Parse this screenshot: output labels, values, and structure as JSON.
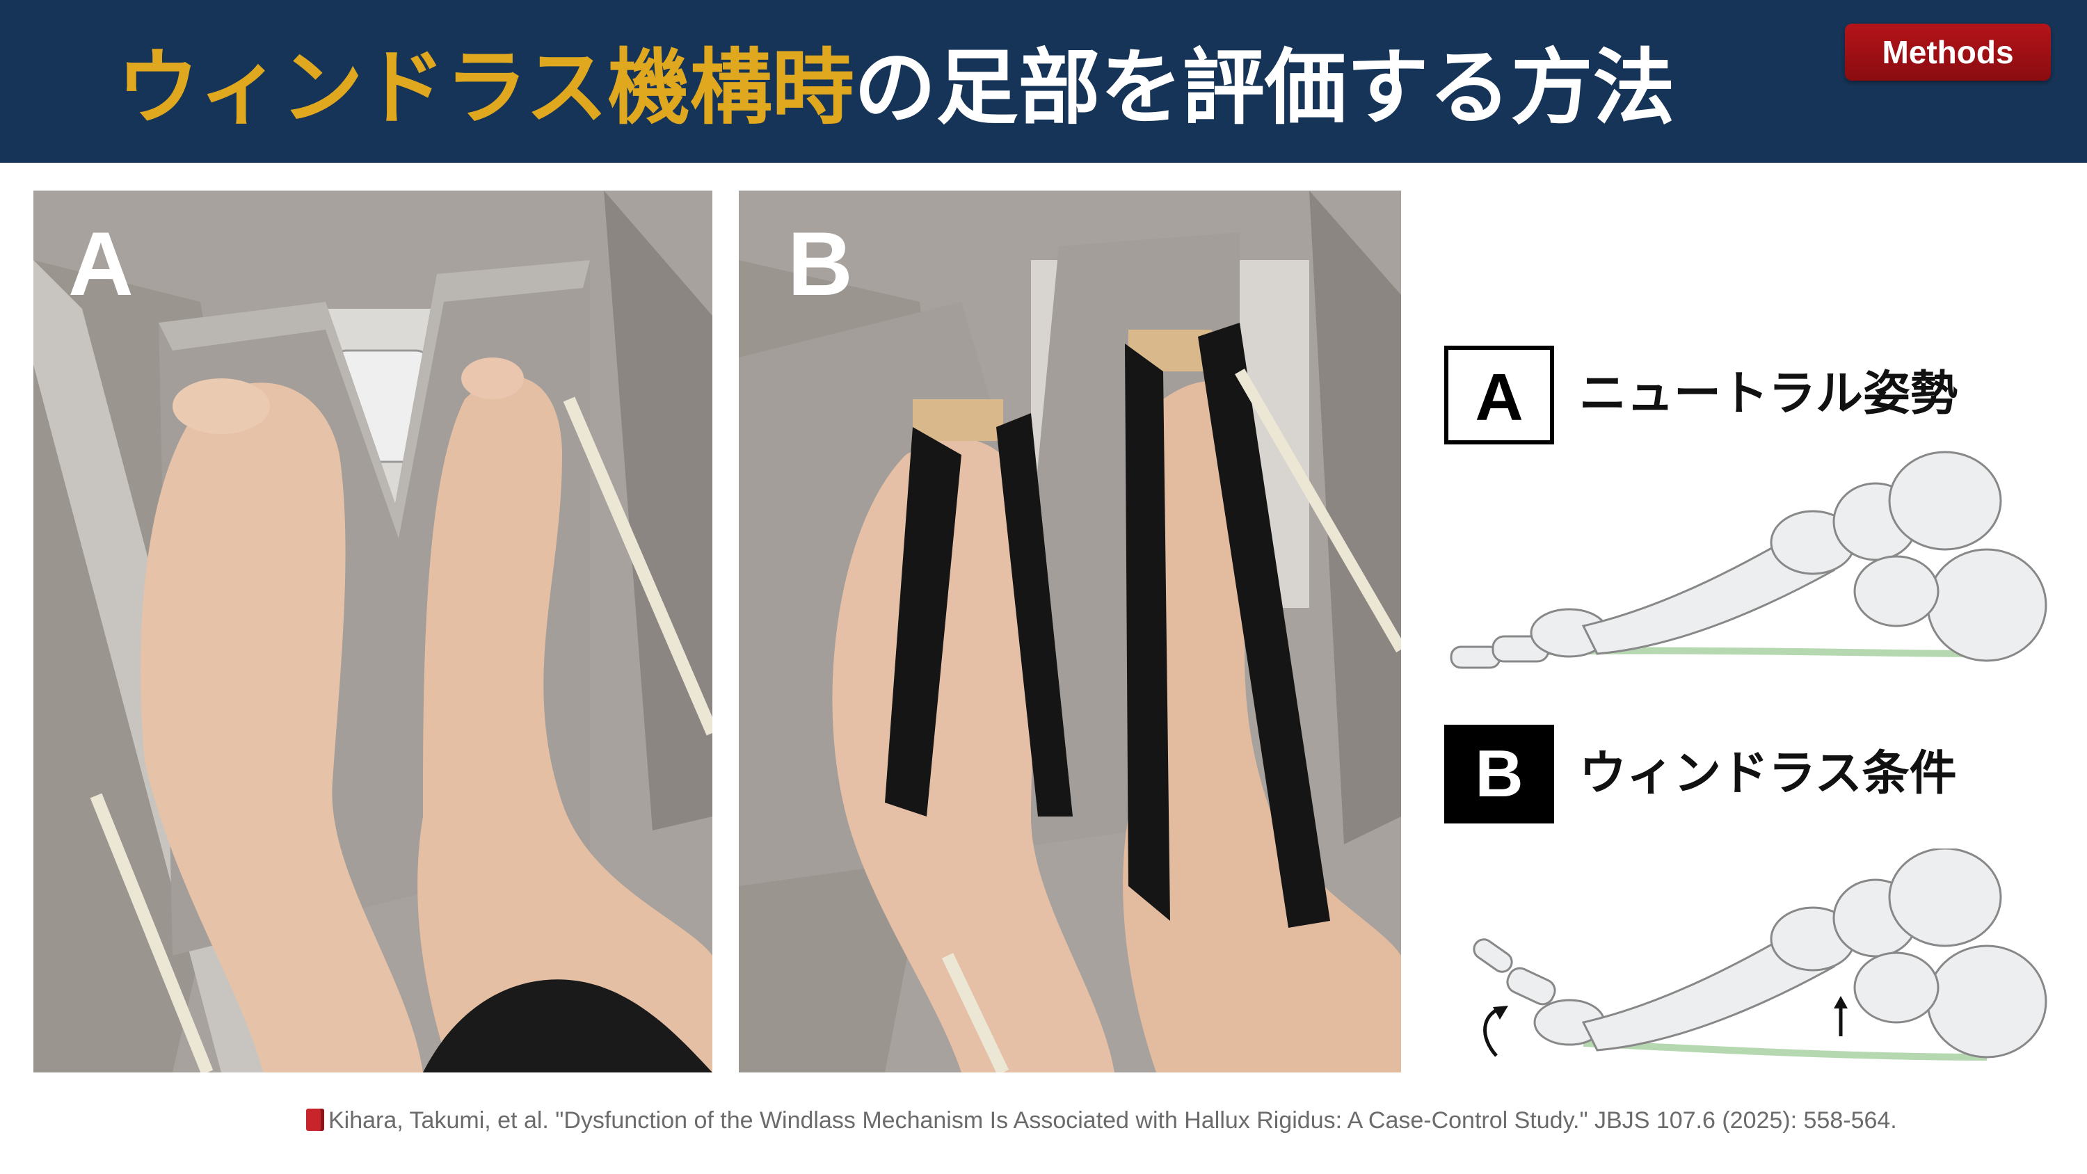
{
  "header": {
    "title_highlight": "ウィンドラス機構時",
    "title_rest": "の足部を評価する方法",
    "badge": "Methods"
  },
  "photos": [
    {
      "label": "A"
    },
    {
      "label": "B"
    }
  ],
  "conditions": [
    {
      "letter": "A",
      "label": "ニュートラル姿勢"
    },
    {
      "letter": "B",
      "label": "ウィンドラス条件"
    }
  ],
  "citation": {
    "icon": "book-icon",
    "text": "Kihara, Takumi, et al. \"Dysfunction of the Windlass Mechanism Is Associated with Hallux Rigidus: A Case-Control Study.\" JBJS 107.6 (2025): 558-564."
  },
  "colors": {
    "header_bg": "#163457",
    "title_highlight": "#e0a81e",
    "badge_red": "#a81016"
  }
}
